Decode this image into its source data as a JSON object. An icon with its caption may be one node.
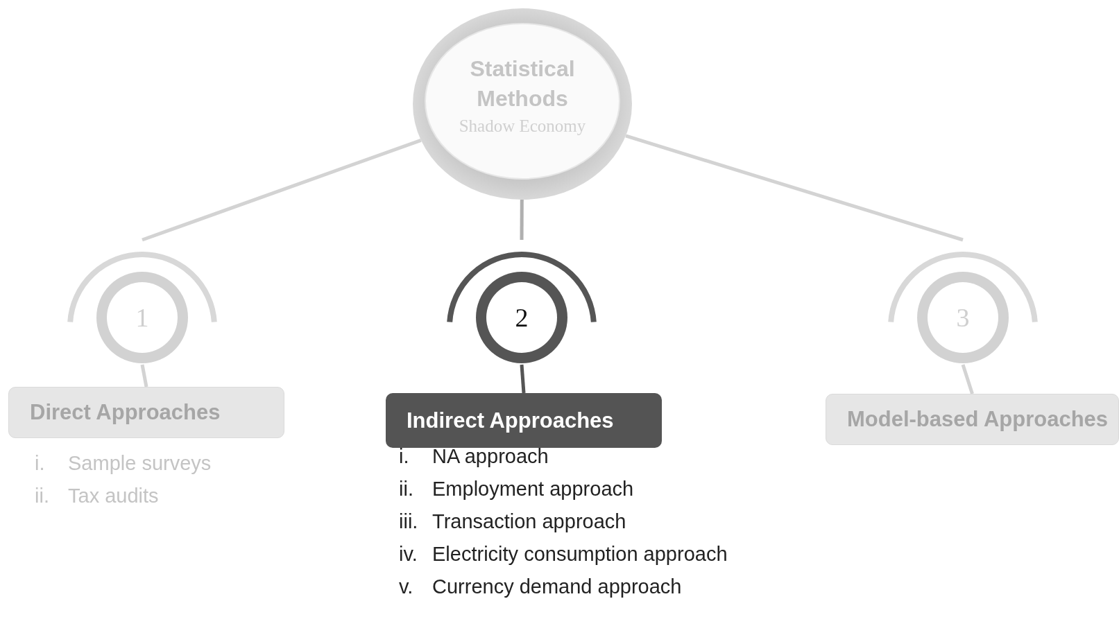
{
  "diagram": {
    "nodes": [
      {
        "text": [
          "Statistical Methods",
          "Shadow Economy"
        ]
      },
      {
        "text": [
          "1"
        ]
      },
      {
        "text": [
          "2"
        ]
      },
      {
        "text": [
          "3"
        ]
      },
      {
        "text": [
          "Direct Approaches"
        ],
        "beside": [
          "i. Sample surveys",
          "ii. Tax audits"
        ]
      },
      {
        "text": [
          "Indirect Approaches"
        ],
        "beside": [
          "i. NA approach",
          "ii. Employment approach",
          "iii. Transaction approach",
          "iv. Electricity consumption approach",
          "v. Currency demand approach"
        ]
      },
      {
        "text": [
          "Model-based Approaches"
        ]
      }
    ],
    "edges": [
      {
        "from": 0,
        "to": 1,
        "arrow": "none"
      },
      {
        "from": 0,
        "to": 2,
        "arrow": "none",
        "color": "#b0b0b0"
      },
      {
        "from": 0,
        "to": 3,
        "arrow": "none"
      },
      {
        "from": 1,
        "to": 4,
        "arrow": "none"
      },
      {
        "from": 2,
        "to": 5,
        "arrow": "none",
        "color": "#555555"
      },
      {
        "from": 3,
        "to": 6,
        "arrow": "none"
      }
    ]
  }
}
